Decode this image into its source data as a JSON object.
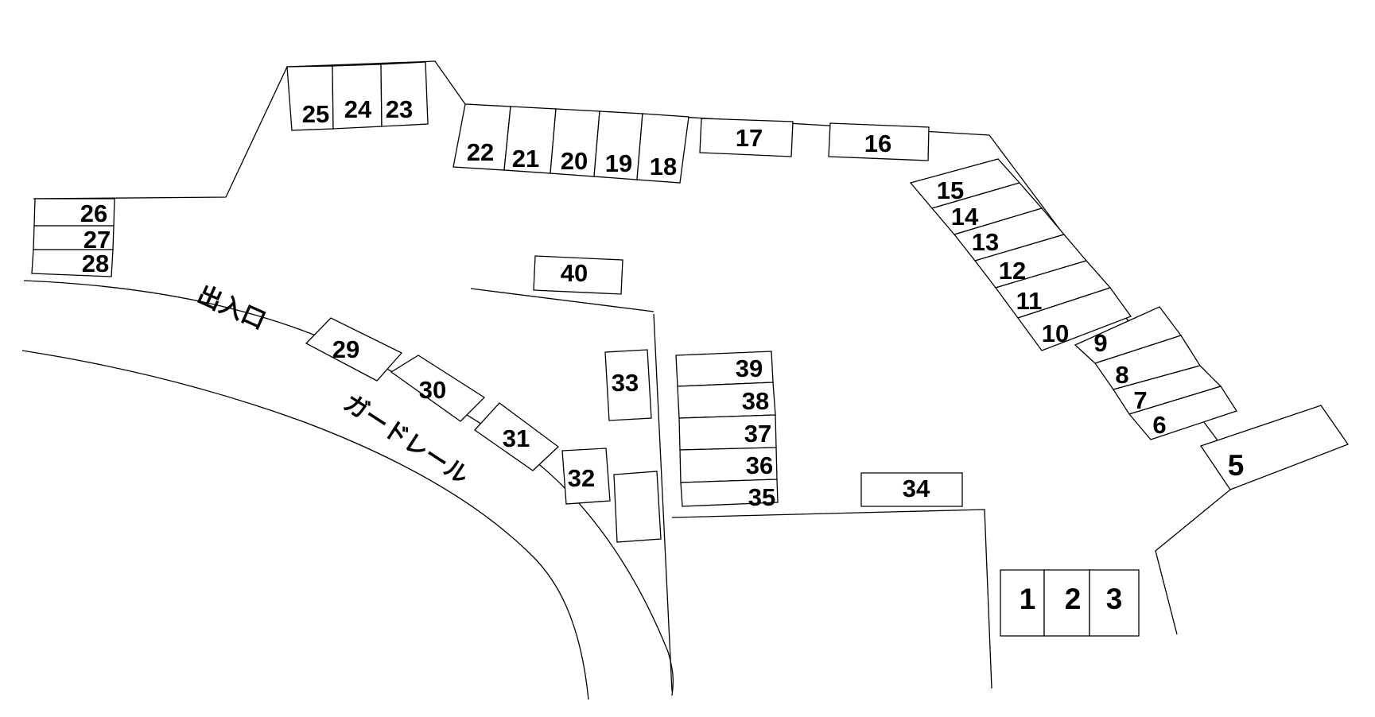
{
  "map": {
    "labels": {
      "entrance": "出入口",
      "guardrail": "ガードレール"
    },
    "spaces": [
      "1",
      "2",
      "3",
      "5",
      "6",
      "7",
      "8",
      "9",
      "10",
      "11",
      "12",
      "13",
      "14",
      "15",
      "16",
      "17",
      "18",
      "19",
      "20",
      "21",
      "22",
      "23",
      "24",
      "25",
      "26",
      "27",
      "28",
      "29",
      "30",
      "31",
      "32",
      "33",
      "34",
      "35",
      "36",
      "37",
      "38",
      "39",
      "40"
    ],
    "colors": {
      "line": "#000000",
      "background": "#ffffff"
    }
  }
}
